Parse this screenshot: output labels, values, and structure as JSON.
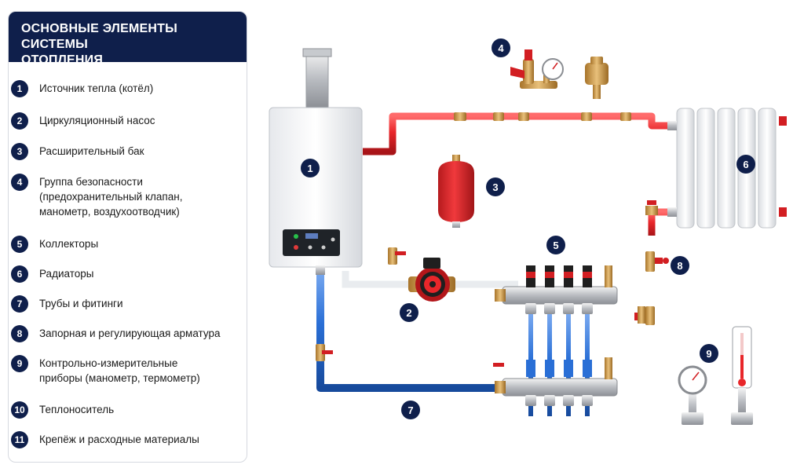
{
  "panel": {
    "title_line1": "ОСНОВНЫЕ ЭЛЕМЕНТЫ СИСТЕМЫ",
    "title_line2": "ОТОПЛЕНИЯ",
    "items": [
      {
        "num": "1",
        "label": "Источник тепла (котёл)"
      },
      {
        "num": "2",
        "label": "Циркуляционный насос"
      },
      {
        "num": "3",
        "label": "Расширительный бак"
      },
      {
        "num": "4",
        "label": "Группа безопасности (предохранительный клапан, манометр, воздухоотводчик)"
      },
      {
        "num": "5",
        "label": "Коллекторы"
      },
      {
        "num": "6",
        "label": "Радиаторы"
      },
      {
        "num": "7",
        "label": "Трубы и фитинги"
      },
      {
        "num": "8",
        "label": "Запорная и регулирующая арматура"
      },
      {
        "num": "9",
        "label": "Контрольно-измерительные приборы (манометр, термометр)"
      },
      {
        "num": "10",
        "label": "Теплоноситель"
      },
      {
        "num": "11",
        "label": "Крепёж и расходные материалы"
      }
    ]
  },
  "diagram": {
    "badges": [
      "1",
      "2",
      "3",
      "4",
      "5",
      "6",
      "7",
      "8",
      "9"
    ]
  },
  "colors": {
    "navy": "#0f1f4b",
    "hot_pipe": "#e8262a",
    "cold_pipe": "#2a6fd6",
    "brass": "#c9943c"
  }
}
